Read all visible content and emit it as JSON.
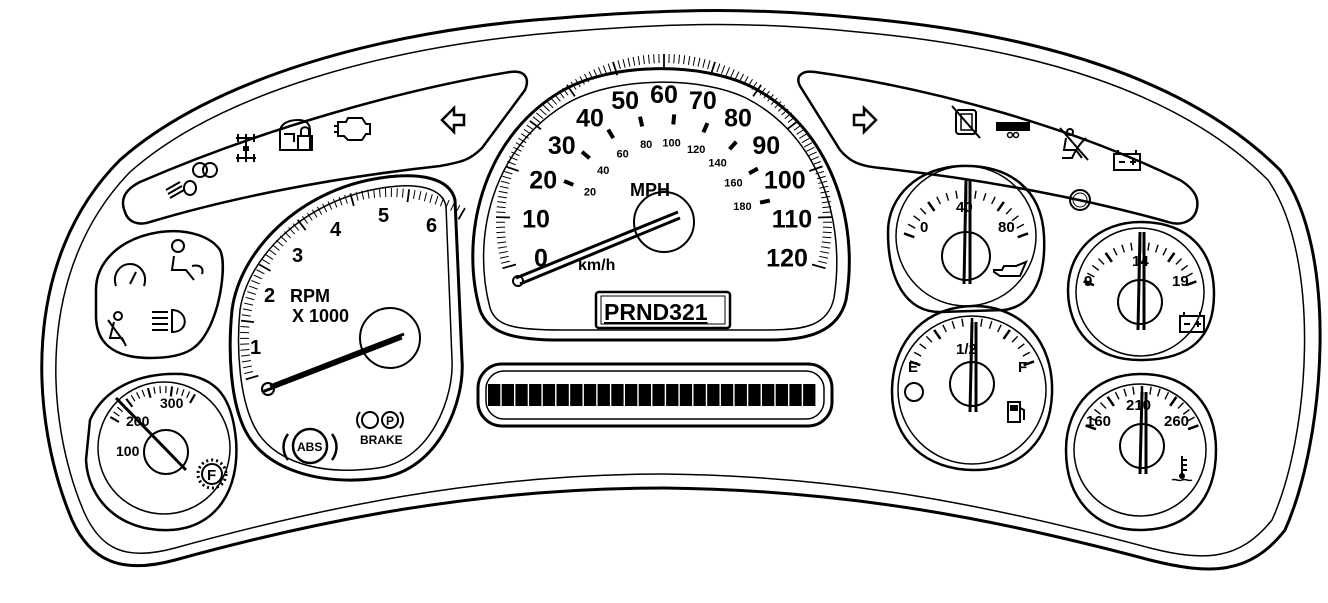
{
  "tachometer": {
    "numbers": [
      "1",
      "2",
      "3",
      "4",
      "5",
      "6"
    ],
    "label_line1": "RPM",
    "label_line2": "X 1000",
    "abs_label": "ABS",
    "brake_label": "BRAKE"
  },
  "speedometer": {
    "mph_numbers": [
      "0",
      "10",
      "20",
      "30",
      "40",
      "50",
      "60",
      "70",
      "80",
      "90",
      "100",
      "110",
      "120"
    ],
    "kmh_numbers": [
      "20",
      "40",
      "60",
      "80",
      "100",
      "120",
      "140",
      "160",
      "180"
    ],
    "mph_label": "MPH",
    "kmh_label": "km/h",
    "prndl": "PRND321"
  },
  "oil_pressure_gauge": {
    "numbers": [
      "0",
      "40",
      "80"
    ]
  },
  "voltmeter": {
    "numbers": [
      "9",
      "14",
      "19"
    ]
  },
  "fuel_gauge": {
    "empty": "E",
    "half": "1/2",
    "full": "F"
  },
  "coolant_gauge": {
    "numbers": [
      "160",
      "210",
      "260"
    ]
  },
  "trans_temp_gauge": {
    "numbers": [
      "100",
      "200",
      "300"
    ]
  },
  "message_display": {
    "segments": 24
  },
  "icons": [
    "fog-lamp-icon",
    "high-beam-icon",
    "four-wheel-drive-icon",
    "security-icon",
    "check-engine-icon",
    "left-turn-icon",
    "right-turn-icon",
    "door-ajar-icon",
    "trailer-icon",
    "airbag-off-icon",
    "battery-icon",
    "cruise-icon",
    "airbag-icon",
    "seatbelt-icon",
    "headlamp-icon"
  ]
}
